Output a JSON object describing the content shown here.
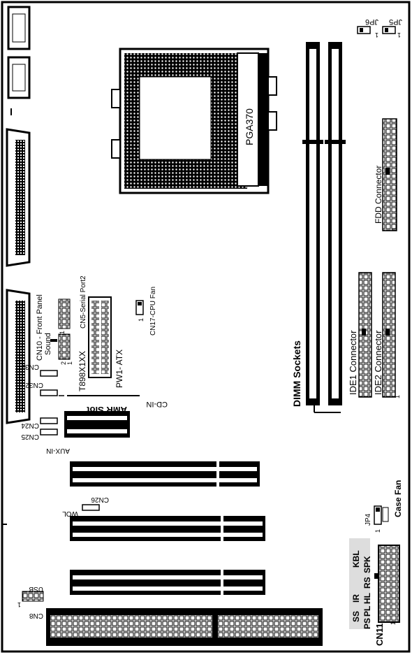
{
  "labels": {
    "jp6": "JP6",
    "jp5": "JP5",
    "pga370": "PGA370",
    "fdd_connector": "FDD Connector",
    "dimm_sockets": "DIMM Sockets",
    "ide1_connector": "IDE1 Connector",
    "ide2_connector": "IDE2 Connector",
    "cn17_cpu_fan": "CN17-CPU Fan",
    "cn5_serial_port2": "CN5-Serial Port2",
    "cn10_front_panel": "CN10 - Front Panel",
    "sound": "Sound",
    "t898x1xx": "T898X1XX",
    "pw1_atx": "PW1- ATX",
    "cn31": "CN31",
    "cn32": "CN32",
    "cd_in": "CD-IN",
    "amr_slot": "AMR Slot",
    "cn24": "CN24",
    "cn25": "CN25",
    "aux_in": "AUX-IN",
    "cn26": "CN26",
    "wol": "WOL",
    "jp4": "JP4",
    "case_fan": "Case Fan",
    "kbl": "KBL",
    "ir": "IR",
    "ss": "SS",
    "ps": "PS",
    "pl": "PL",
    "hl": "HL",
    "rs": "RS",
    "spk": "SPK",
    "cn11": "CN11",
    "cn8": "CN8",
    "usb": "USB",
    "pin1": "1",
    "pin2": "2"
  }
}
